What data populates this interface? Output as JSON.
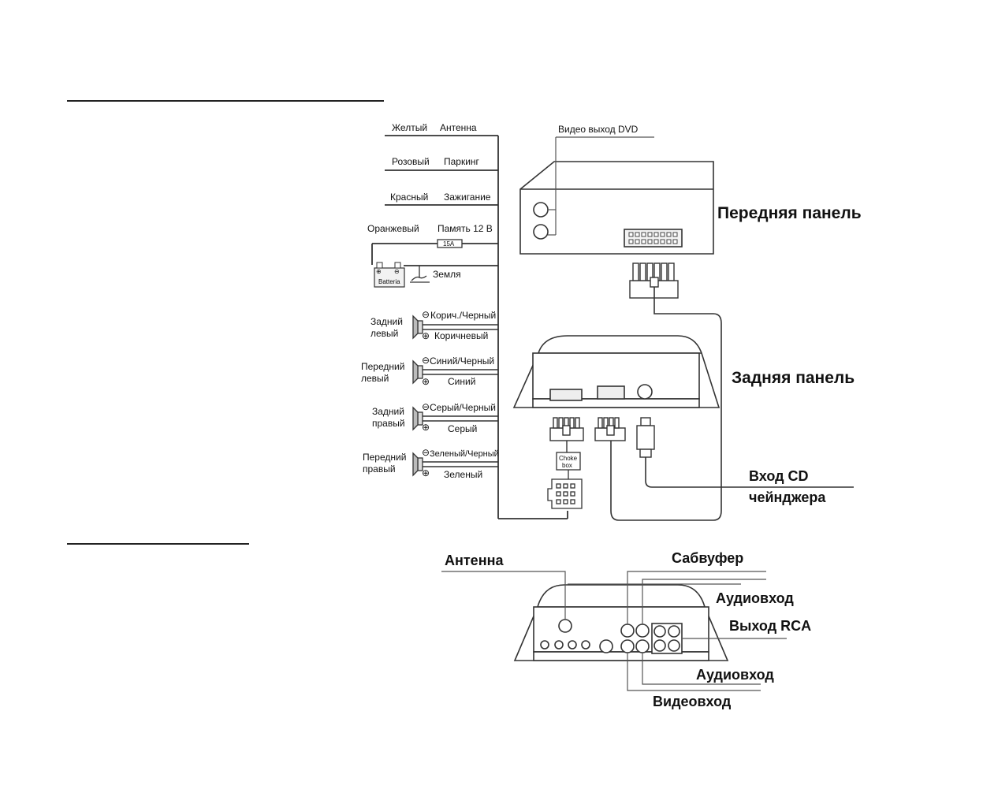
{
  "wire_harness": [
    {
      "color": "Желтый",
      "function": "Антенна"
    },
    {
      "color": "Розовый",
      "function": "Паркинг"
    },
    {
      "color": "Красный",
      "function": "Зажигание"
    },
    {
      "color": "Оранжевый",
      "function": "Память 12 В"
    }
  ],
  "fuse_label": "15A",
  "battery_label": "Batteria",
  "ground_label": "Земля",
  "speakers": [
    {
      "position": [
        "Задний",
        "левый"
      ],
      "neg": "Корич./Черный",
      "pos": "Коричневый"
    },
    {
      "position": [
        "Передний",
        "левый"
      ],
      "neg": "Синий/Черный",
      "pos": "Синий"
    },
    {
      "position": [
        "Задний",
        "правый"
      ],
      "neg": "Серый/Черный",
      "pos": "Серый"
    },
    {
      "position": [
        "Передний",
        "правый"
      ],
      "neg": "Зеленый/Черный",
      "pos": "Зеленый"
    }
  ],
  "dvd_video_out": "Видео выход DVD",
  "front_panel": "Передняя панель",
  "rear_panel": "Задняя панель",
  "choke_box": [
    "Choke",
    "box"
  ],
  "cd_changer": [
    "Вход CD",
    "чейнджера"
  ],
  "rear_ports": {
    "antenna": "Антенна",
    "subwoofer": "Сабвуфер",
    "audio_in_top": "Аудиовход",
    "rca_out": "Выход RCA",
    "audio_in_bottom": "Аудиовход",
    "video_in": "Видеовход"
  }
}
